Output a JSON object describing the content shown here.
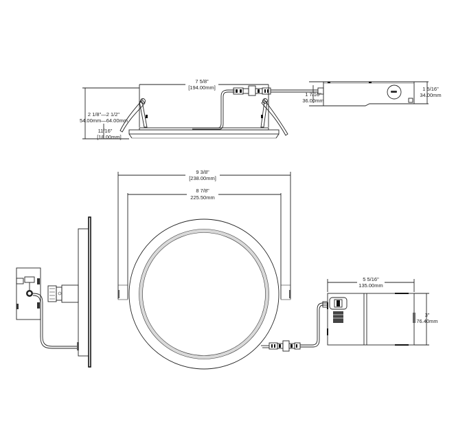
{
  "drawing": {
    "title": "Recessed LED downlight dimension drawing",
    "colors": {
      "line": "#222222",
      "background": "#ffffff",
      "ring_fill": "#d9d9d9"
    }
  },
  "side_view_top": {
    "width_in": "7 5/8\"",
    "width_mm": "[194.00mm]",
    "height_range_in": "2 1/8\"—2 1/2\"",
    "height_range_mm": "54.00mm—64.00mm",
    "flange_in": "11/16\"",
    "flange_mm": "[18.00mm]"
  },
  "driver_box_side": {
    "height_in": "1 7/16\"",
    "height_mm": "36.00mm",
    "box_height_in": "1 5/16\"",
    "box_height_mm": "34.00mm"
  },
  "front_view": {
    "outer_diameter_in": "9 3/8\"",
    "outer_diameter_mm": "[238.00mm]",
    "cutout_in": "8 7/8\"",
    "cutout_mm": "225.50mm"
  },
  "junction_box": {
    "length_in": "5 5/16\"",
    "length_mm": "135.00mm",
    "height_in": "3\"",
    "height_mm": "76.40mm"
  }
}
